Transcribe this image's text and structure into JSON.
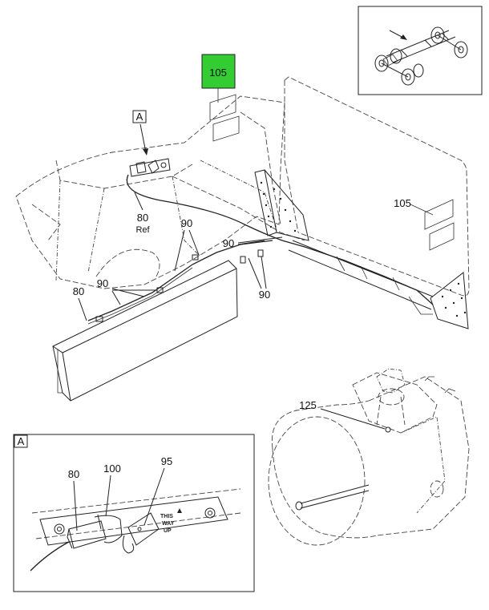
{
  "highlight_color": "#33cc33",
  "callouts": {
    "c105_top": "105",
    "c105_right": "105",
    "view_a_marker": "A",
    "c80_ref_num": "80",
    "c80_ref_word": "Ref",
    "c90_upper": "90",
    "c90_mid": "90",
    "c90_lower": "90",
    "c90_left": "90",
    "c80_left": "80",
    "c125": "125"
  },
  "detail": {
    "title": "A",
    "c80": "80",
    "c100": "100",
    "c95": "95",
    "label_lines": [
      "THIS",
      "WAY",
      "UP"
    ]
  },
  "locator": {
    "arrow_icon": "arrow-icon",
    "truck_icon": "truck-chassis-icon"
  }
}
